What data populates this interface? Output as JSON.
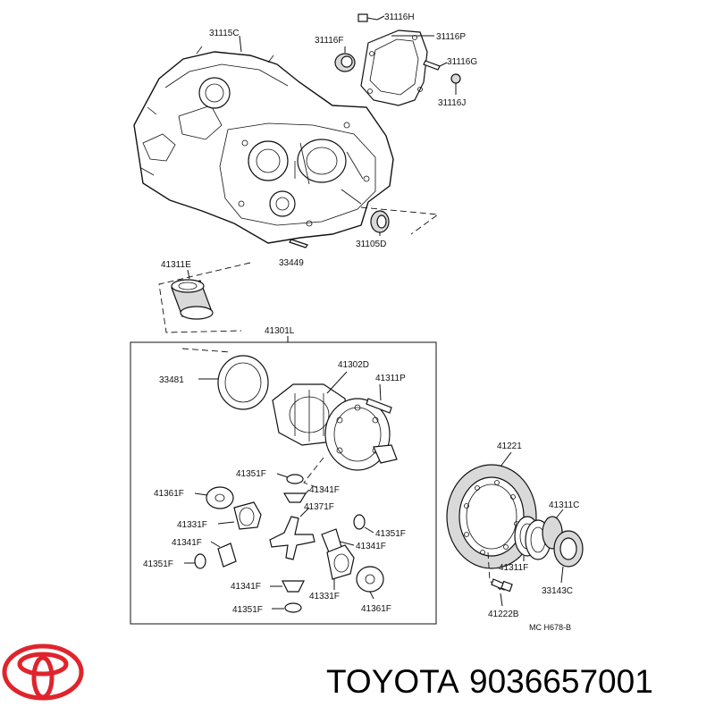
{
  "labels": {
    "l_31115C": "31115C",
    "l_31116H": "31116H",
    "l_31116F": "31116F",
    "l_31116P": "31116P",
    "l_31116G": "31116G",
    "l_31116J": "31116J",
    "l_31105D": "31105D",
    "l_33449": "33449",
    "l_41311E": "41311E",
    "l_41301L": "41301L",
    "l_33481": "33481",
    "l_41302D": "41302D",
    "l_41311P": "41311P",
    "l_41351F_a": "41351F",
    "l_41341F_a": "41341F",
    "l_41361F_a": "41361F",
    "l_41371F": "41371F",
    "l_41331F_a": "41331F",
    "l_41351F_b": "41351F",
    "l_41341F_b": "41341F",
    "l_41341F_c": "41341F",
    "l_41351F_c": "41351F",
    "l_41341F_d": "41341F",
    "l_41331F_b": "41331F",
    "l_41361F_b": "41361F",
    "l_41351F_d": "41351F",
    "l_41221": "41221",
    "l_41311C": "41311C",
    "l_41311F": "41311F",
    "l_33143C": "33143C",
    "l_41222B": "41222B",
    "diagram_code": "MC H678-B"
  },
  "footer": {
    "brand": "TOYOTA",
    "part_number": "9036657001"
  },
  "colors": {
    "logo": "#e0242b",
    "ink": "#111111"
  }
}
